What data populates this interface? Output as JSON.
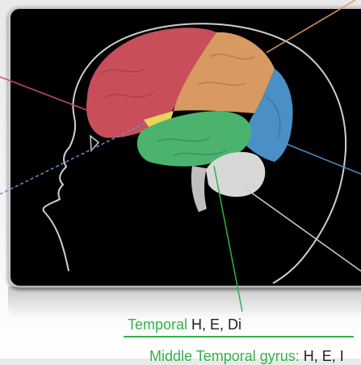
{
  "labels": {
    "temporal": {
      "lobe": "Temporal",
      "codes": " H, E, Di"
    },
    "middle_temporal": {
      "lobe": "Middle Temporal gyrus:",
      "codes": " H, E, I"
    }
  },
  "colors": {
    "frontal": "#c84f5a",
    "parietal": "#d99a62",
    "occipital": "#4b8fc7",
    "temporal": "#4bb36d",
    "cerebellum": "#d8d8d8",
    "insula": "#e7d659",
    "accent_green": "#33b24a"
  }
}
